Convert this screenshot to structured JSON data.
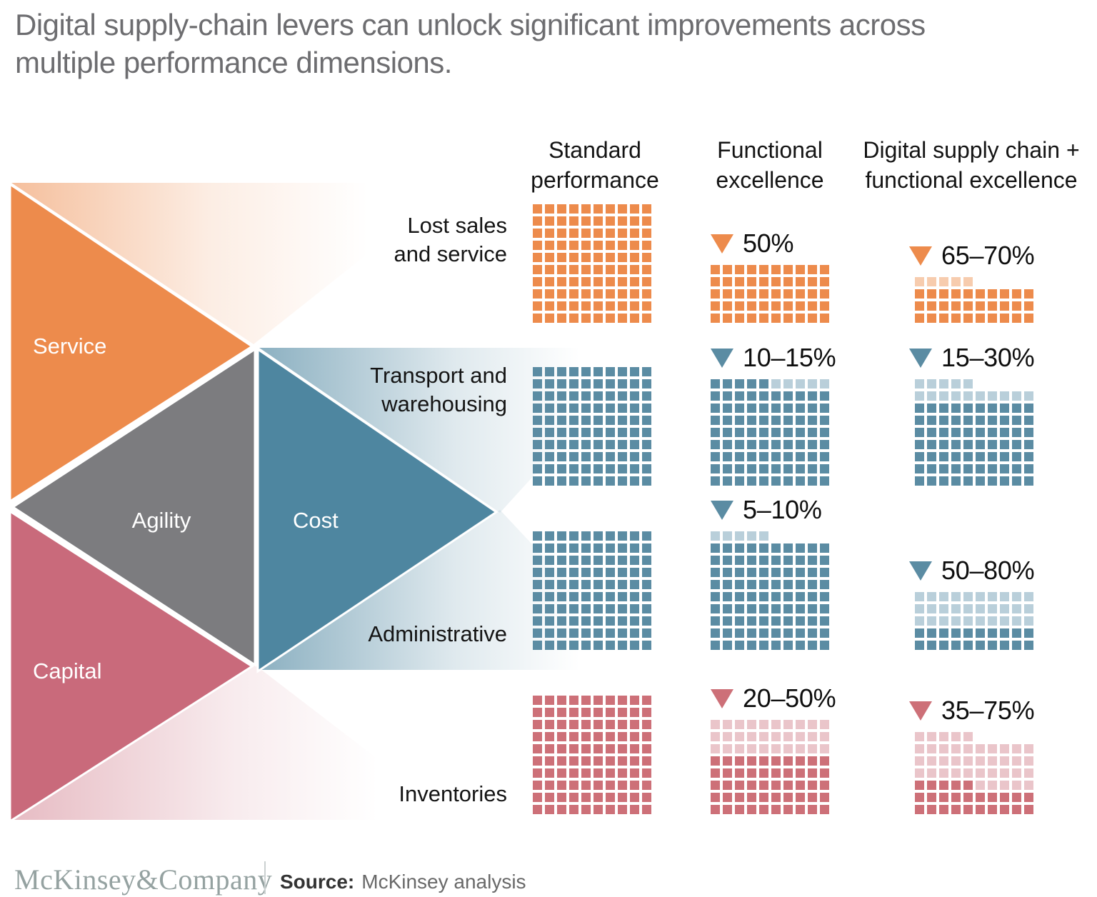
{
  "title": "Digital supply-chain levers can unlock significant improvements across\nmultiple performance dimensions.",
  "diagram": {
    "labels": {
      "service": "Service",
      "agility": "Agility",
      "cost": "Cost",
      "capital": "Capital"
    },
    "colors": {
      "service": "#ED8B4C",
      "agility": "#7C7C7F",
      "cost": "#4E86A0",
      "capital": "#C96A7B"
    }
  },
  "chart_data": {
    "type": "waffle-matrix",
    "baseline_squares": 100,
    "legend_note": "solid squares = remaining after maximum reduction; faded squares = reduction range; triangle = percentage decrease",
    "columns": [
      {
        "key": "standard",
        "label": "Standard performance",
        "label_lines": "Standard\nperformance"
      },
      {
        "key": "functional",
        "label": "Functional excellence",
        "label_lines": "Functional\nexcellence"
      },
      {
        "key": "digital",
        "label": "Digital supply chain + functional excellence",
        "label_lines": "Digital supply chain +\nfunctional excellence"
      }
    ],
    "rows": [
      {
        "label": "Lost sales and service",
        "label_lines": "Lost sales\nand service",
        "color": "#ED8B4C",
        "faded_color": "#F7CCAE",
        "cells": {
          "standard": {
            "solid": 100,
            "faded": 0,
            "reduction": null
          },
          "functional": {
            "solid": 50,
            "faded": 0,
            "reduction": "50%"
          },
          "digital": {
            "solid": 30,
            "faded": 5,
            "reduction": "65–70%"
          }
        }
      },
      {
        "label": "Transport and warehousing",
        "label_lines": "Transport and\nwarehousing",
        "color": "#5B8CA3",
        "faded_color": "#B9CFDA",
        "cells": {
          "standard": {
            "solid": 100,
            "faded": 0,
            "reduction": null
          },
          "functional": {
            "solid": 85,
            "faded": 5,
            "reduction": "10–15%"
          },
          "digital": {
            "solid": 70,
            "faded": 15,
            "reduction": "15–30%"
          }
        }
      },
      {
        "label": "Administrative",
        "label_lines": "Administrative",
        "color": "#5B8CA3",
        "faded_color": "#B9CFDA",
        "cells": {
          "standard": {
            "solid": 100,
            "faded": 0,
            "reduction": null
          },
          "functional": {
            "solid": 90,
            "faded": 5,
            "reduction": "5–10%"
          },
          "digital": {
            "solid": 20,
            "faded": 30,
            "reduction": "50–80%"
          }
        }
      },
      {
        "label": "Inventories",
        "label_lines": "Inventories",
        "color": "#CD7078",
        "faded_color": "#EAC5CA",
        "cells": {
          "standard": {
            "solid": 100,
            "faded": 0,
            "reduction": null
          },
          "functional": {
            "solid": 50,
            "faded": 30,
            "reduction": "20–50%"
          },
          "digital": {
            "solid": 25,
            "faded": 40,
            "reduction": "35–75%"
          }
        }
      }
    ]
  },
  "footer": {
    "logo": "McKinsey&Company",
    "source_label": "Source:",
    "source_value": "McKinsey analysis"
  }
}
